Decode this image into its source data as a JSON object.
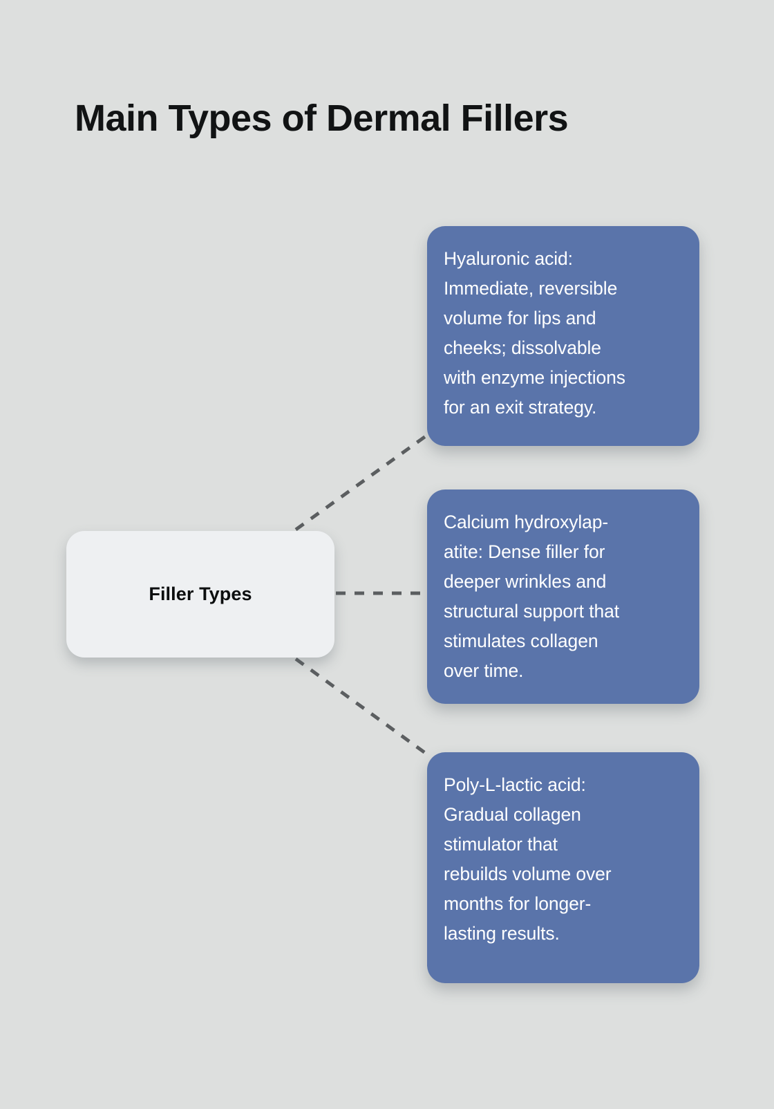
{
  "page": {
    "title": "Main Types of Dermal Fillers",
    "background_color": "#dddfde"
  },
  "diagram": {
    "type": "mind-map",
    "center": {
      "label": "Filler Types",
      "background_color": "#eef0f2",
      "text_color": "#0c0e0f"
    },
    "connector": {
      "style": "dashed",
      "color": "#5b5e60"
    },
    "branches": [
      {
        "id": "hyaluronic-acid",
        "text": "Hyaluronic acid:\nImmediate, reversible\nvolume for lips and\ncheeks; dissolvable\nwith enzyme injections\nfor an exit strategy.",
        "background_color": "#5a74aa",
        "text_color": "#ffffff"
      },
      {
        "id": "calcium-hydroxylapatite",
        "text": "Calcium hydroxylap-\natite: Dense filler for\ndeeper wrinkles and\nstructural support that\nstimulates collagen\nover time.",
        "background_color": "#5a74aa",
        "text_color": "#ffffff"
      },
      {
        "id": "poly-l-lactic-acid",
        "text": "Poly-L-lactic acid:\nGradual collagen\nstimulator that\nrebuilds volume over\nmonths for longer-\nlasting results.",
        "background_color": "#5a74aa",
        "text_color": "#ffffff"
      }
    ]
  }
}
